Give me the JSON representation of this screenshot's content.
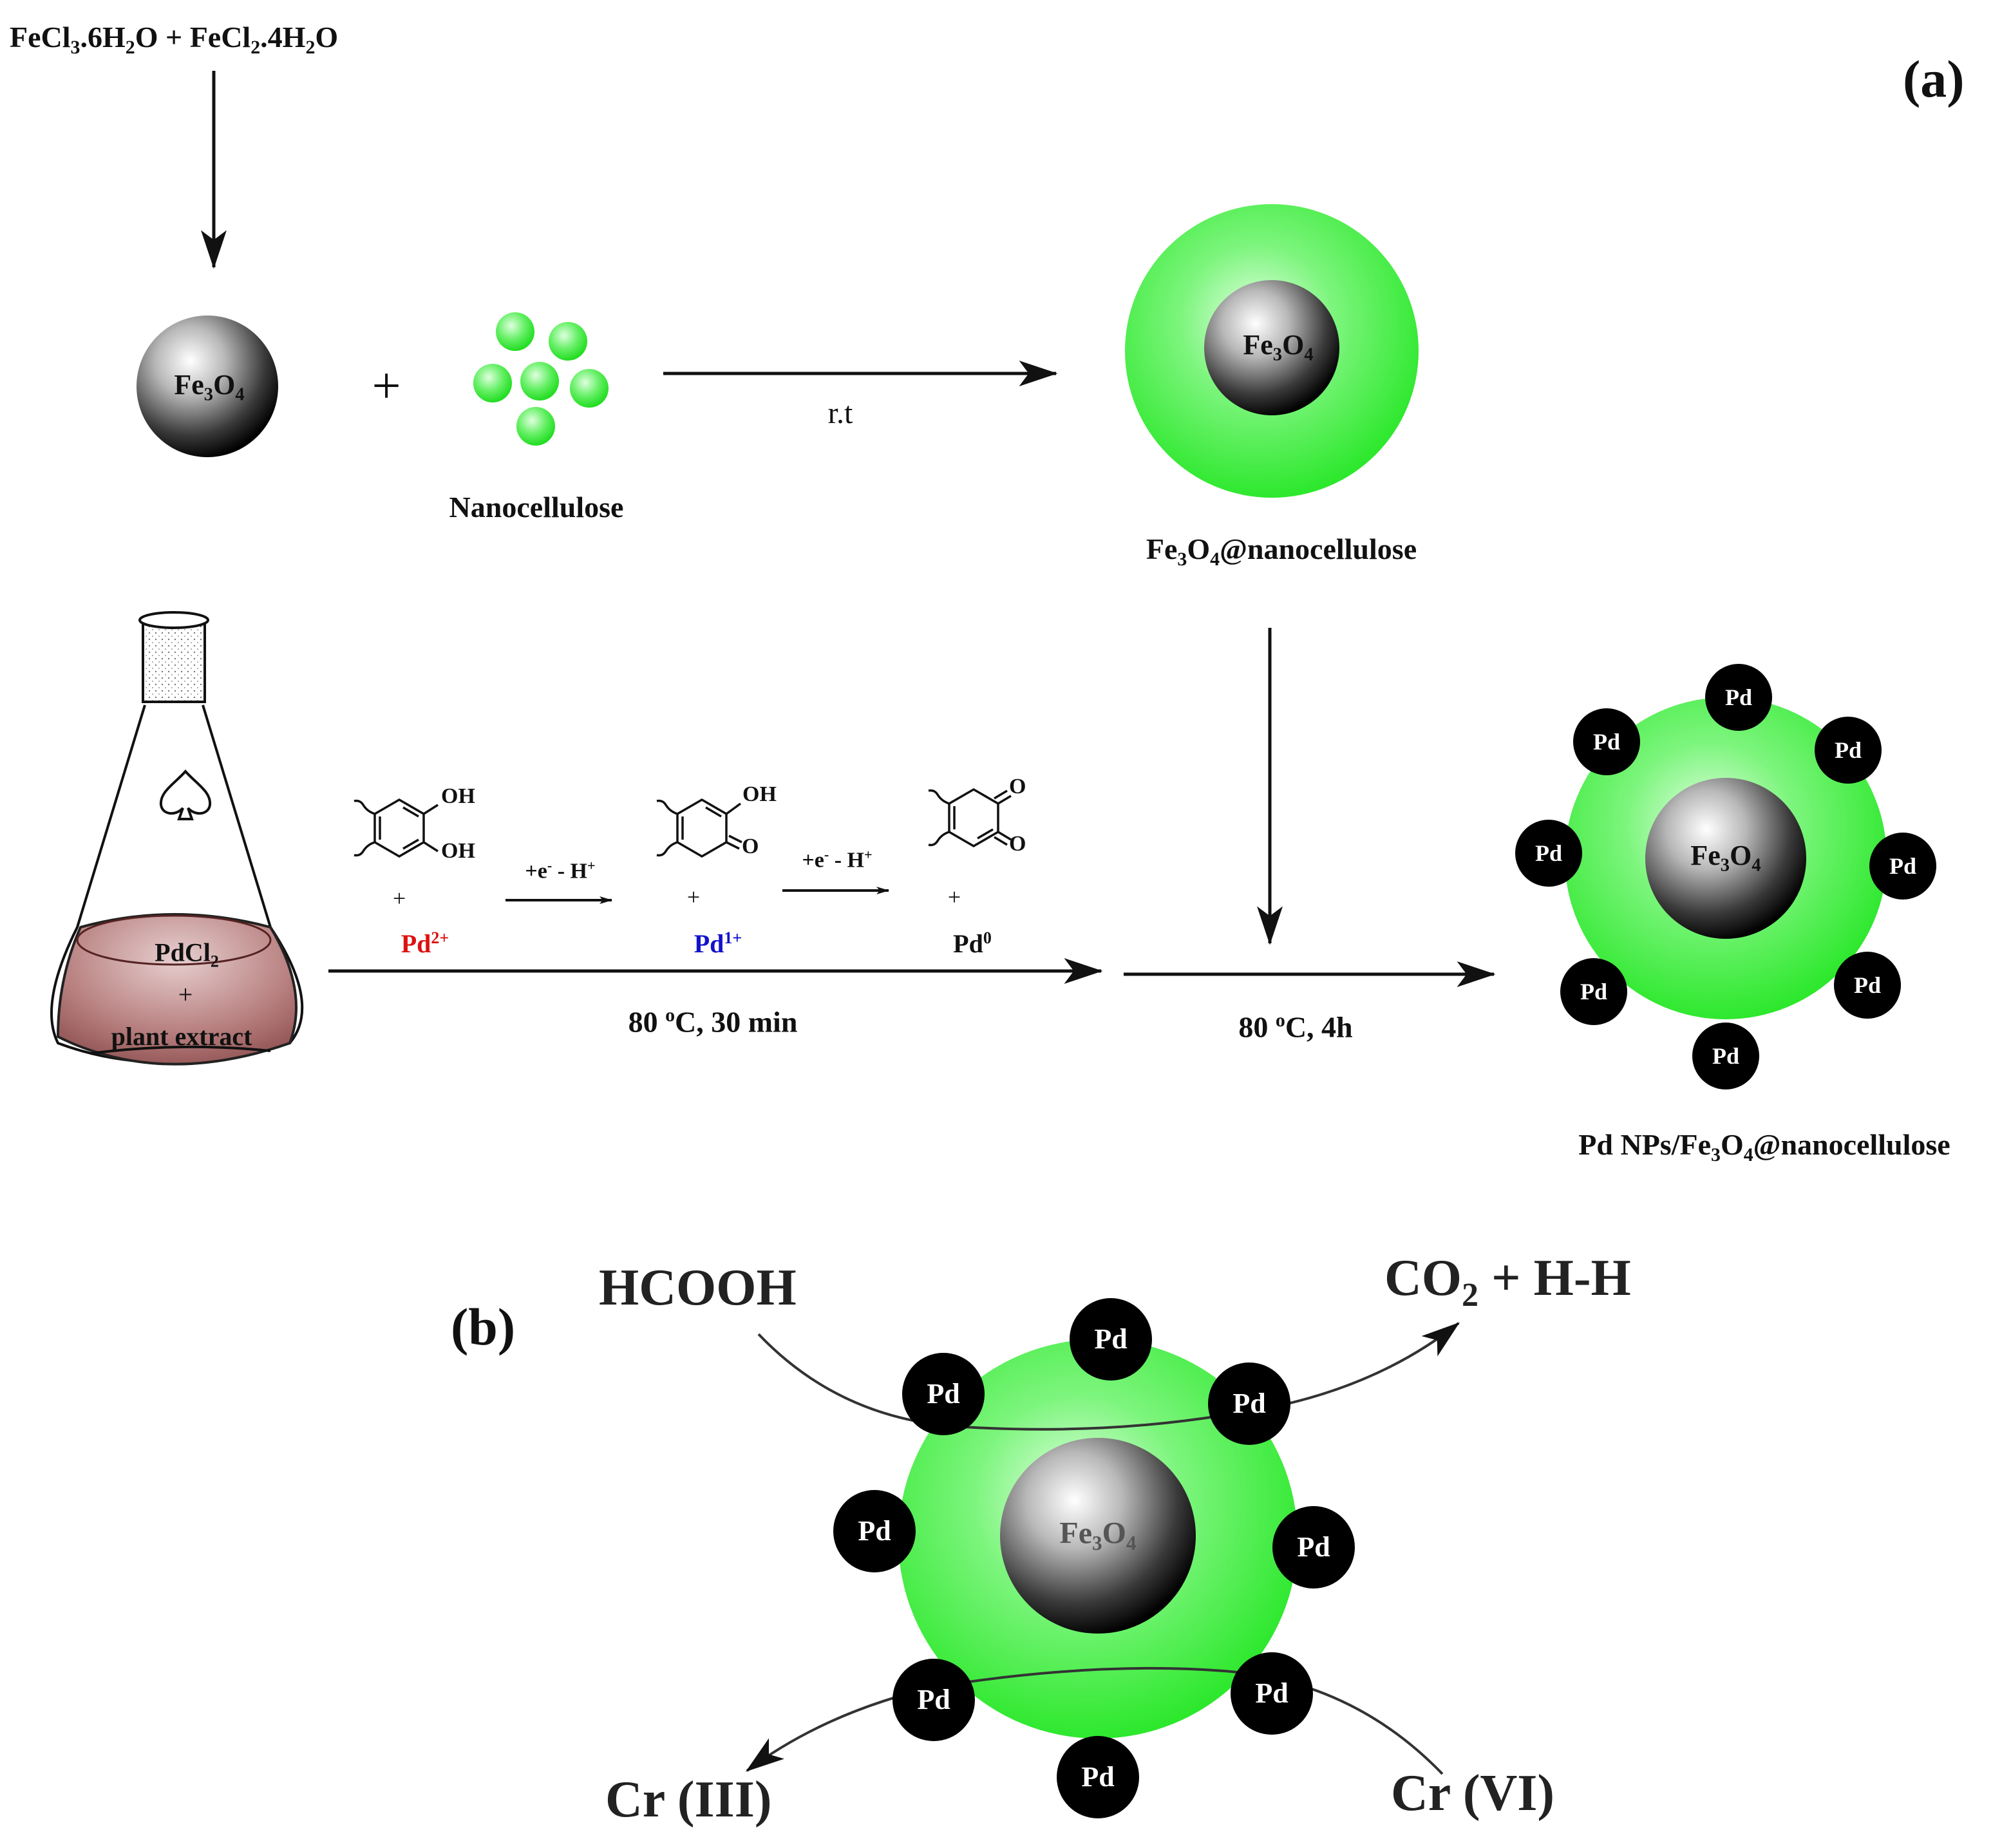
{
  "panels": {
    "a": "(a)",
    "b": "(b)"
  },
  "labels": {
    "precursors": [
      "FeCl",
      "3",
      ".6H",
      "2",
      "O + FeCl",
      "2",
      ".4H",
      "2",
      "O"
    ],
    "fe3o4": [
      "Fe",
      "3",
      "O",
      "4"
    ],
    "plus": "+",
    "nanocellulose": "Nanocellulose",
    "rt": "r.t",
    "composite": [
      "Fe",
      "3",
      "O",
      "4",
      "@nanocellulose"
    ],
    "final": [
      "Pd NPs/Fe",
      "3",
      "O",
      "4",
      "@nanocellulose"
    ],
    "pdcl2": [
      "PdCl",
      "2"
    ],
    "plant_extract": "plant  extract",
    "pd2": [
      "Pd",
      "2+"
    ],
    "pd1": [
      "Pd",
      "1+"
    ],
    "pd0": [
      "Pd",
      "0"
    ],
    "electron_step": [
      "+e",
      "-",
      " - H",
      "+"
    ],
    "oh": "OH",
    "o": "O",
    "cond1": [
      "80 ",
      "o",
      "C, 30 min"
    ],
    "cond2": [
      "80 ",
      "o",
      "C, 4h"
    ],
    "pd": "Pd",
    "hcooh": "HCOOH",
    "co2": [
      "CO",
      "2",
      " + H-H"
    ],
    "cr3": "Cr (III)",
    "cr6": "Cr (VI)"
  },
  "colors": {
    "green": "#33ee33",
    "pd2": "#dd1111",
    "pd1": "#1111cc",
    "flask_liquid": "#a86a6a"
  }
}
